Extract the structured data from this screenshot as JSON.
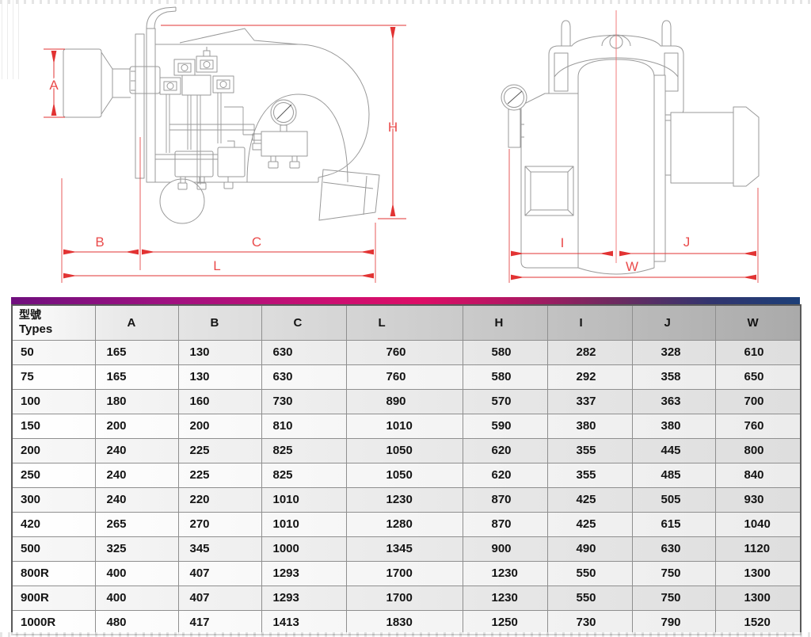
{
  "diagrams": {
    "left": {
      "title": "burner side view technical drawing",
      "dims": {
        "A": "A",
        "B": "B",
        "C": "C",
        "L": "L",
        "H": "H"
      }
    },
    "right": {
      "title": "burner front/top view technical drawing",
      "dims": {
        "I": "I",
        "J": "J",
        "W": "W"
      }
    }
  },
  "table": {
    "type_header_zh": "型號",
    "type_header_en": "Types",
    "columns": [
      "A",
      "B",
      "C",
      "L",
      "H",
      "I",
      "J",
      "W"
    ],
    "rows": [
      {
        "type": "50",
        "values": [
          "165",
          "130",
          "630",
          "760",
          "580",
          "282",
          "328",
          "610"
        ]
      },
      {
        "type": "75",
        "values": [
          "165",
          "130",
          "630",
          "760",
          "580",
          "292",
          "358",
          "650"
        ]
      },
      {
        "type": "100",
        "values": [
          "180",
          "160",
          "730",
          "890",
          "570",
          "337",
          "363",
          "700"
        ]
      },
      {
        "type": "150",
        "values": [
          "200",
          "200",
          "810",
          "1010",
          "590",
          "380",
          "380",
          "760"
        ]
      },
      {
        "type": "200",
        "values": [
          "240",
          "225",
          "825",
          "1050",
          "620",
          "355",
          "445",
          "800"
        ]
      },
      {
        "type": "250",
        "values": [
          "240",
          "225",
          "825",
          "1050",
          "620",
          "355",
          "485",
          "840"
        ]
      },
      {
        "type": "300",
        "values": [
          "240",
          "220",
          "1010",
          "1230",
          "870",
          "425",
          "505",
          "930"
        ]
      },
      {
        "type": "420",
        "values": [
          "265",
          "270",
          "1010",
          "1280",
          "870",
          "425",
          "615",
          "1040"
        ]
      },
      {
        "type": "500",
        "values": [
          "325",
          "345",
          "1000",
          "1345",
          "900",
          "490",
          "630",
          "1120"
        ]
      },
      {
        "type": "800R",
        "values": [
          "400",
          "407",
          "1293",
          "1700",
          "1230",
          "550",
          "750",
          "1300"
        ]
      },
      {
        "type": "900R",
        "values": [
          "400",
          "407",
          "1293",
          "1700",
          "1230",
          "550",
          "750",
          "1300"
        ]
      },
      {
        "type": "1000R",
        "values": [
          "480",
          "417",
          "1413",
          "1830",
          "1250",
          "730",
          "790",
          "1520"
        ]
      }
    ]
  },
  "colors": {
    "dimension_red": "#e23333",
    "drawing_line_gray": "#999999",
    "accent_gradient": [
      "#6f0f7e",
      "#dd0d66",
      "#1c3f78"
    ]
  }
}
